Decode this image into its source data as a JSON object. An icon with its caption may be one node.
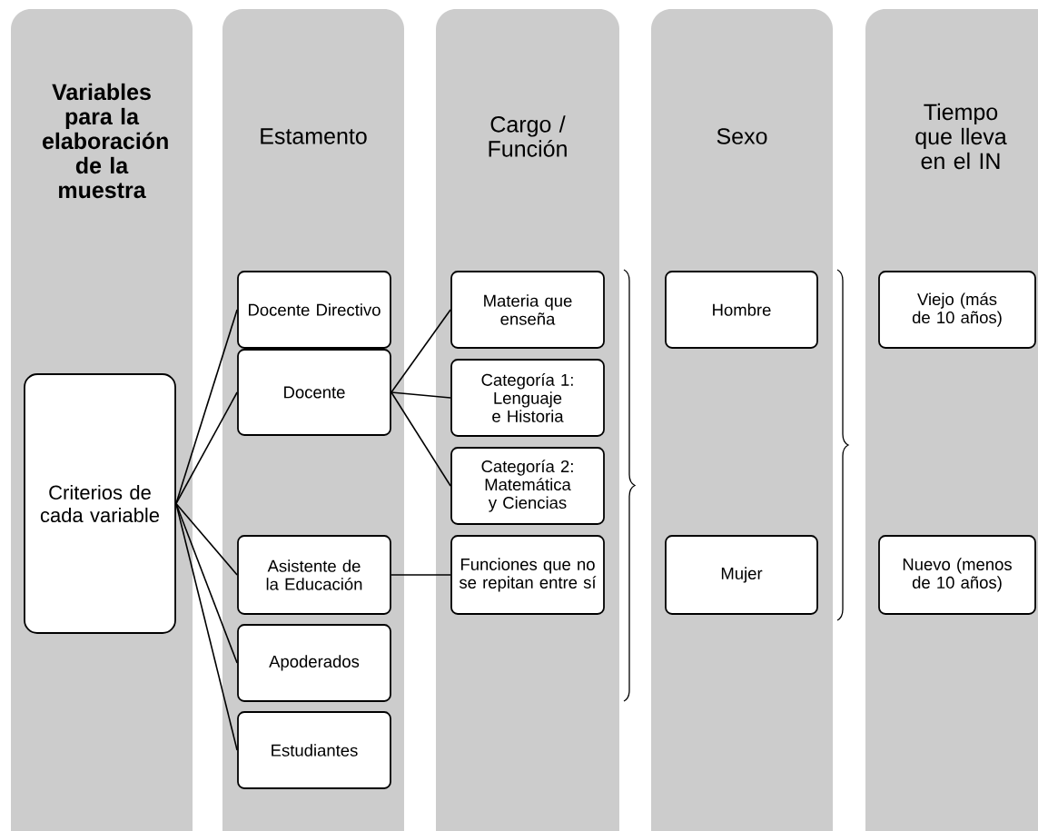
{
  "diagram": {
    "nodes": [
      {
        "text": [
          "Variables para la elaboración de la muestra"
        ]
      },
      {
        "text": [
          "Criterios de cada variable"
        ],
        "in": 0
      },
      {
        "text": [
          "Estamento"
        ]
      },
      {
        "text": [
          "Docente Directivo"
        ],
        "in": 2
      },
      {
        "text": [
          "Docente"
        ],
        "in": 2
      },
      {
        "text": [
          "Asistente de la Educación"
        ],
        "in": 2
      },
      {
        "text": [
          "Apoderados"
        ],
        "in": 2
      },
      {
        "text": [
          "Estudiantes"
        ],
        "in": 2
      },
      {
        "text": [
          "Cargo / Función"
        ]
      },
      {
        "text": [
          "Materia que enseña"
        ],
        "in": 8
      },
      {
        "text": [
          "Categoría 1: Lenguaje e Historia"
        ],
        "in": 8
      },
      {
        "text": [
          "Categoría 2: Matemática y Ciencias"
        ],
        "in": 8
      },
      {
        "text": [
          "Funciones que no se repitan entre sí"
        ],
        "in": 8
      },
      {
        "text": [
          "Sexo"
        ]
      },
      {
        "text": [
          "Hombre"
        ],
        "in": 13
      },
      {
        "text": [
          "Mujer"
        ],
        "in": 13
      },
      {
        "text": [
          "Tiempo que lleva en el IN"
        ]
      },
      {
        "text": [
          "Viejo (más de 10 años)"
        ],
        "in": 16
      },
      {
        "text": [
          "Nuevo (menos de 10 años)"
        ],
        "in": 16
      }
    ],
    "edges": [
      {
        "from": 1,
        "to": 3,
        "arrow": "none"
      },
      {
        "from": 1,
        "to": 4,
        "arrow": "none"
      },
      {
        "from": 1,
        "to": 5,
        "arrow": "none"
      },
      {
        "from": 1,
        "to": 6,
        "arrow": "none"
      },
      {
        "from": 1,
        "to": 7,
        "arrow": "none"
      },
      {
        "from": 4,
        "to": 9,
        "arrow": "none"
      },
      {
        "from": 4,
        "to": 10,
        "arrow": "none"
      },
      {
        "from": 4,
        "to": 11,
        "arrow": "none"
      },
      {
        "from": 5,
        "to": 12,
        "arrow": "none"
      }
    ]
  }
}
